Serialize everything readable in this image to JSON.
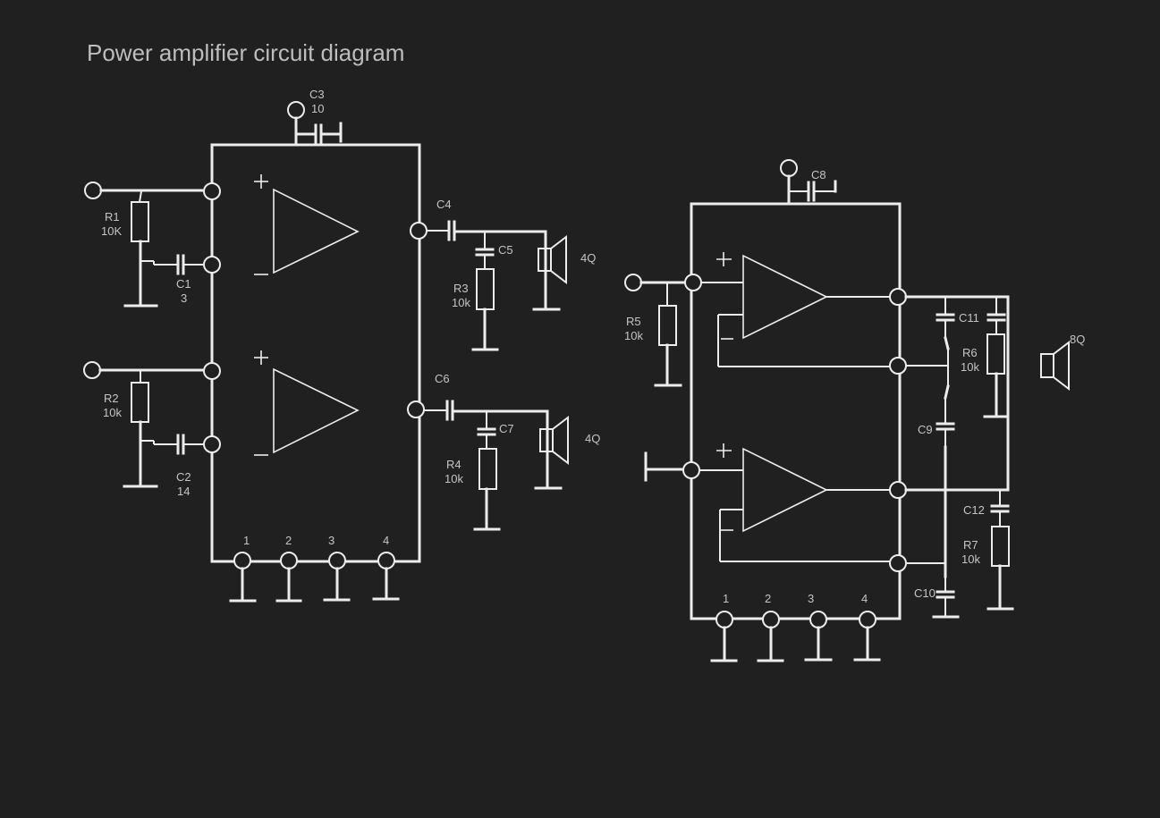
{
  "title": "Power amplifier circuit diagram",
  "left_circuit": {
    "components": {
      "c3": {
        "name": "C3",
        "value": "10"
      },
      "r1": {
        "name": "R1",
        "value": "10K"
      },
      "c1": {
        "name": "C1",
        "value": "3"
      },
      "r2": {
        "name": "R2",
        "value": "10k"
      },
      "c2": {
        "name": "C2",
        "value": "14"
      },
      "c4": {
        "name": "C4"
      },
      "c5": {
        "name": "C5"
      },
      "r3": {
        "name": "R3",
        "value": "10k"
      },
      "c6": {
        "name": "C6"
      },
      "c7": {
        "name": "C7"
      },
      "r4": {
        "name": "R4",
        "value": "10k"
      },
      "spk1": {
        "value": "4Q"
      },
      "spk2": {
        "value": "4Q"
      }
    },
    "pins": [
      "1",
      "2",
      "3",
      "4"
    ]
  },
  "right_circuit": {
    "components": {
      "c8": {
        "name": "C8"
      },
      "r5": {
        "name": "R5",
        "value": "10k"
      },
      "c11": {
        "name": "C11"
      },
      "r6": {
        "name": "R6",
        "value": "10k"
      },
      "c9": {
        "name": "C9"
      },
      "c12": {
        "name": "C12"
      },
      "r7": {
        "name": "R7",
        "value": "10k"
      },
      "c10": {
        "name": "C10"
      },
      "spk": {
        "value": "8Q"
      }
    },
    "pins": [
      "1",
      "2",
      "3",
      "4"
    ]
  },
  "colors": {
    "background": "#202020",
    "line": "#ececec",
    "text": "#c4c4c4",
    "title": "#bdbdbd"
  }
}
